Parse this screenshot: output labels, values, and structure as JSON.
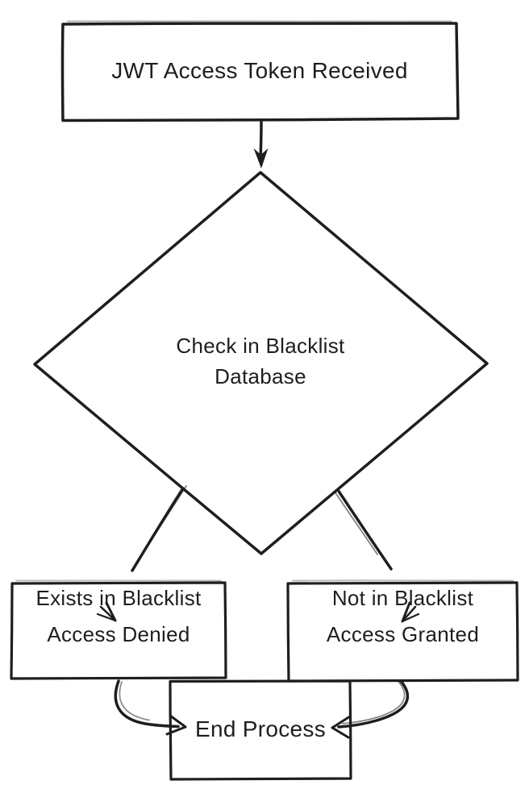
{
  "diagram": {
    "type": "flowchart",
    "style": "hand-drawn",
    "theme": {
      "stroke": "#1e1e1e",
      "background": "#ffffff"
    },
    "nodes": {
      "start": {
        "shape": "rectangle",
        "lines": [
          "JWT Access Token Received"
        ]
      },
      "decision": {
        "shape": "diamond",
        "lines": [
          "Check in Blacklist",
          "Database"
        ]
      },
      "denied": {
        "shape": "rectangle",
        "lines": [
          "Exists in Blacklist",
          "Access Denied"
        ]
      },
      "granted": {
        "shape": "rectangle",
        "lines": [
          "Not in Blacklist",
          "Access Granted"
        ]
      },
      "end": {
        "shape": "rectangle",
        "lines": [
          "End Process"
        ]
      }
    },
    "edges": [
      {
        "from": "start",
        "to": "decision"
      },
      {
        "from": "decision",
        "to": "denied"
      },
      {
        "from": "decision",
        "to": "granted"
      },
      {
        "from": "denied",
        "to": "end"
      },
      {
        "from": "granted",
        "to": "end"
      }
    ]
  }
}
